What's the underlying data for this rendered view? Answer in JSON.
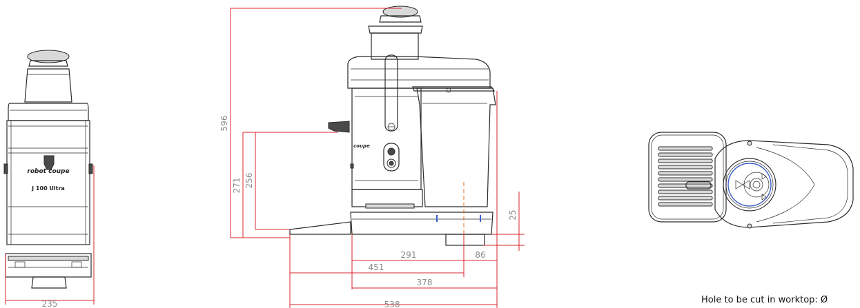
{
  "colors": {
    "dimension_line": "#d9242b",
    "dimension_text": "#8a8a8a",
    "outline": "#2a2a2a",
    "fill_light": "#d9d9d9",
    "fill_dark": "#4a4a4a"
  },
  "front_view": {
    "brand": "robot coupe",
    "model": "J 100 Ultra",
    "width": "235"
  },
  "side_view": {
    "brand": "coupe",
    "dims": {
      "height_total": "596",
      "height_271": "271",
      "height_256": "256",
      "foot_25": "25",
      "d291": "291",
      "d86": "86",
      "d451": "451",
      "d378": "378",
      "d538": "538"
    }
  },
  "note": "Hole to be cut in worktop: Ø"
}
